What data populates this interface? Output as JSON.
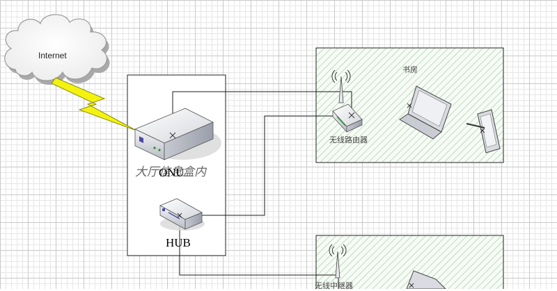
{
  "labels": {
    "internet": "Internet",
    "onu": "ONU",
    "hub": "HUB",
    "hall_note": "大厅信息盒内",
    "study_room": "书房",
    "wireless_router": "无线路由器",
    "wireless_repeater": "无线中继器"
  },
  "colors": {
    "lightning": "#f3f30f",
    "room_hatch": "#a8cda8",
    "cable": "#1a1a1a"
  },
  "icons": [
    "cloud-icon",
    "lightning-icon",
    "onu-device-icon",
    "hub-device-icon",
    "router-icon",
    "laptop-icon",
    "tablet-icon",
    "repeater-icon"
  ]
}
